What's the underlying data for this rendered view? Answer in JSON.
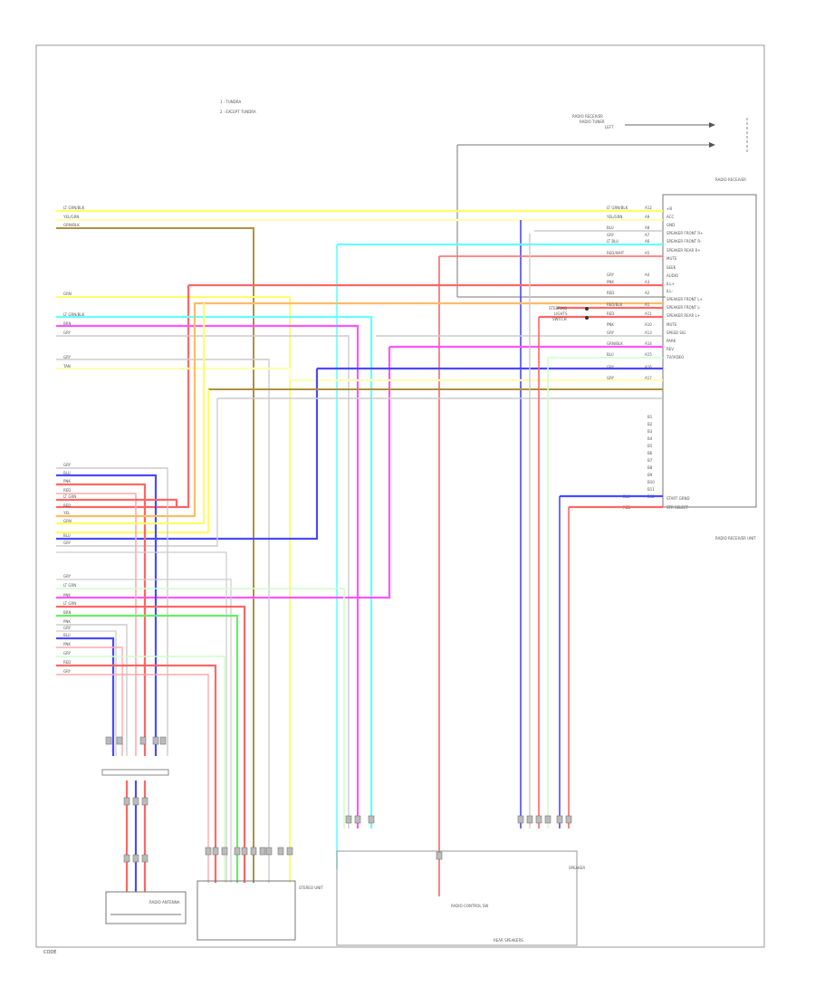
{
  "notes": {
    "line1": "1 : TUNDRA",
    "line2": "2 : EXCEPT TUNDRA"
  },
  "top_right_labels": {
    "ref_a": "RADIO RECEIVER",
    "ref_b": "RADIO TUNER",
    "ref_c": "LEFT",
    "side": "RADIO RECEIVER"
  },
  "left_labels": [
    "LT GRN/BLK",
    "YEL/GRN",
    "GRN/BLK",
    "GRN",
    "LT GRN/BLK",
    "BRN",
    "GRY",
    "GRY",
    "TAN"
  ],
  "left_lower_labels": [
    "GRY",
    "BLU",
    "PNK",
    "RED",
    "LT GRN",
    "RED",
    "YEL",
    "GRN",
    "BLU",
    "GRY"
  ],
  "left_bottom_labels": [
    "GRY",
    "LT GRN",
    "PNK",
    "LT GRN",
    "BRN",
    "PNK",
    "GRY",
    "BLU",
    "PNK",
    "GRY",
    "RED",
    "GRY"
  ],
  "right_wire_labels": [
    "LT GRN/BLK",
    "YEL/GRN",
    "BLU",
    "GRY",
    "LT BLU",
    "RED/WHT",
    "GRY",
    "PNK",
    "RED",
    "RED/BLK",
    "RED",
    "PNK",
    "GRY",
    "GRN/BLK",
    "BLU",
    "GRY",
    "GRY"
  ],
  "right_pins": [
    "A12",
    "A9",
    "A8",
    "A7",
    "A6",
    "A5",
    "A4",
    "A3",
    "A2",
    "A1",
    "A11",
    "A10",
    "A13",
    "A14",
    "A15",
    "A16",
    "A17"
  ],
  "right_connector_labels": [
    "+B",
    "ACC",
    "GND",
    "SPEAKER FRONT R+",
    "SPEAKER FRONT R-",
    "SPEAKER REAR R+",
    "MUTE",
    "SEEK",
    "AUDIO",
    "ILL+",
    "ILL-",
    "SPEAKER FRONT L+",
    "SPEAKER FRONT L-",
    "SPEAKER REAR L+",
    "MUTE",
    "SPEED SIG",
    "PARK",
    "REV",
    "TV/VIDEO"
  ],
  "right_lower_pins": [
    "B1",
    "B2",
    "B3",
    "B4",
    "B5",
    "B6",
    "B7",
    "B8",
    "B9",
    "B10",
    "B11",
    "B12"
  ],
  "right_lower_labels": [
    "START GRND",
    "STR SELECT"
  ],
  "right_lower_wires": [
    "BLU",
    "RED"
  ],
  "middle_labels": [
    "STEERING",
    "LIGHTS",
    "SWITCH"
  ],
  "right_unit_label": "RADIO RECEIVER UNIT",
  "bottom_units": {
    "a": "RADIO ANTENNA",
    "b": "STEREO UNIT",
    "c": "RADIO CONTROL SW",
    "d": "REAR SPEAKERS",
    "e": "SPEAKER"
  },
  "legend_mark": "CODE",
  "footer": "CODE"
}
